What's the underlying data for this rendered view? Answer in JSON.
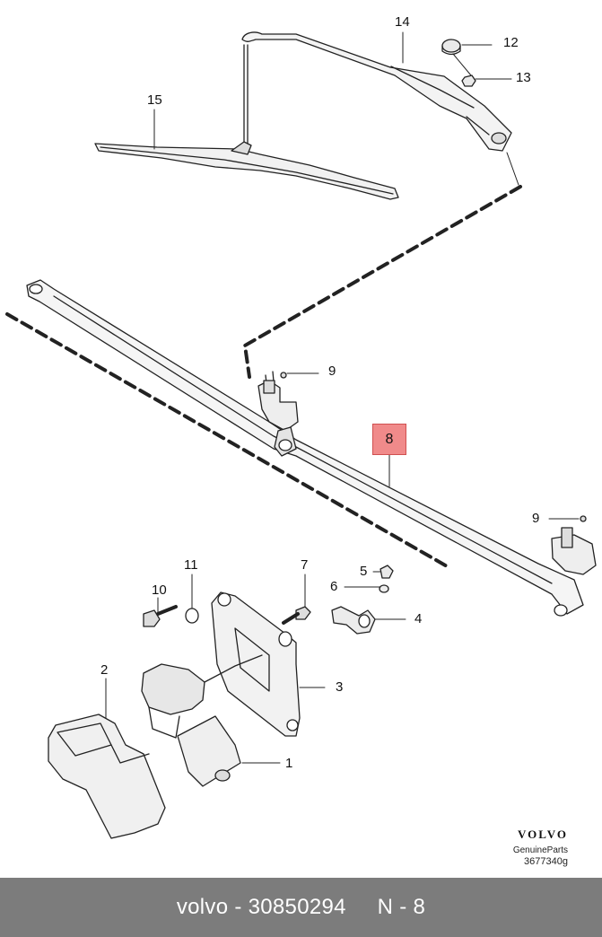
{
  "callouts": {
    "c1": "1",
    "c2": "2",
    "c3": "3",
    "c4": "4",
    "c5": "5",
    "c6": "6",
    "c7": "7",
    "c8": "8",
    "c9a": "9",
    "c9b": "9",
    "c10": "10",
    "c11": "11",
    "c12": "12",
    "c13": "13",
    "c14": "14",
    "c15": "15"
  },
  "highlight": {
    "part": "8",
    "color": "#f08a8a"
  },
  "brand": {
    "logo": "VOLVO",
    "subtitle": "GenuineParts",
    "code": "3677340g"
  },
  "footer": {
    "text": "volvo - 30850294     N - 8",
    "background": "#7c7c7c"
  }
}
